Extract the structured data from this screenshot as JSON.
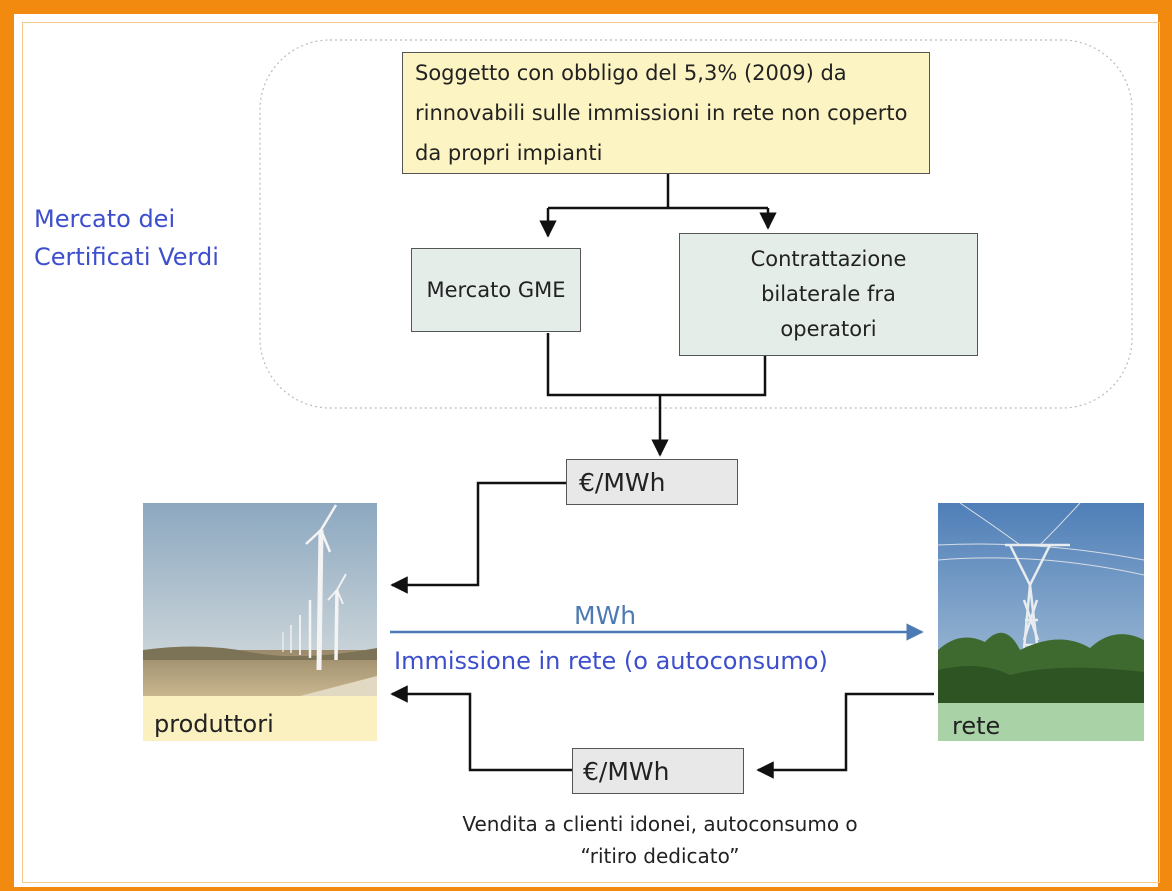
{
  "title": "Mercato dei Certificati Verdi",
  "obbligo_box": "Soggetto con obbligo del 5,3% (2009) da rinnovabili sulle immissioni in rete non coperto da propri impianti",
  "mercato_gme": "Mercato GME",
  "contrattazione": "Contrattazione bilaterale fra operatori",
  "price_top": "€/MWh",
  "price_bottom": "€/MWh",
  "mwh_label": "MWh",
  "immissione_label": "Immissione in rete (o autoconsumo)",
  "produttori_label": "produttori",
  "rete_label": "rete",
  "vendita_line1": "Vendita a clienti idonei, autoconsumo o",
  "vendita_line2": "“ritiro dedicato”",
  "colors": {
    "frame": "#f28a0f",
    "title_blue": "#3d4fcc",
    "arrow_blue": "#4e7ab3",
    "yellow_box": "#fcf4c2",
    "green_box": "#e4ede8",
    "gray_box": "#e8e8e8",
    "produttori_band": "#fbf0c0",
    "rete_band": "#a9d3a6"
  }
}
